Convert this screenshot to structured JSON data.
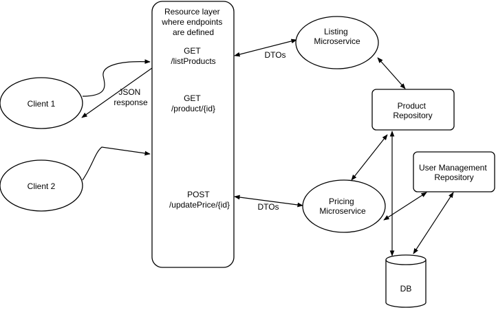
{
  "nodes": {
    "resource_layer": {
      "lines": [
        "Resource layer",
        "where endpoints",
        "are defined"
      ]
    },
    "endpoint_list": {
      "lines": [
        "GET",
        "/listProducts"
      ]
    },
    "endpoint_product": {
      "lines": [
        "GET",
        "/product/{id}"
      ]
    },
    "endpoint_update": {
      "lines": [
        "POST",
        "/updatePrice/{id}"
      ]
    },
    "client1": {
      "label": "Client 1"
    },
    "client2": {
      "label": "Client 2"
    },
    "listing": {
      "lines": [
        "Listing",
        "Microservice"
      ]
    },
    "pricing": {
      "lines": [
        "Pricing",
        "Microservice"
      ]
    },
    "product_repo": {
      "lines": [
        "Product",
        "Repository"
      ]
    },
    "user_repo": {
      "lines": [
        "User Management",
        "Repository"
      ]
    },
    "db": {
      "label": "DB"
    }
  },
  "edge_labels": {
    "json_response": [
      "JSON",
      "response"
    ],
    "dtos_listing": "DTOs",
    "dtos_pricing": "DTOs"
  }
}
